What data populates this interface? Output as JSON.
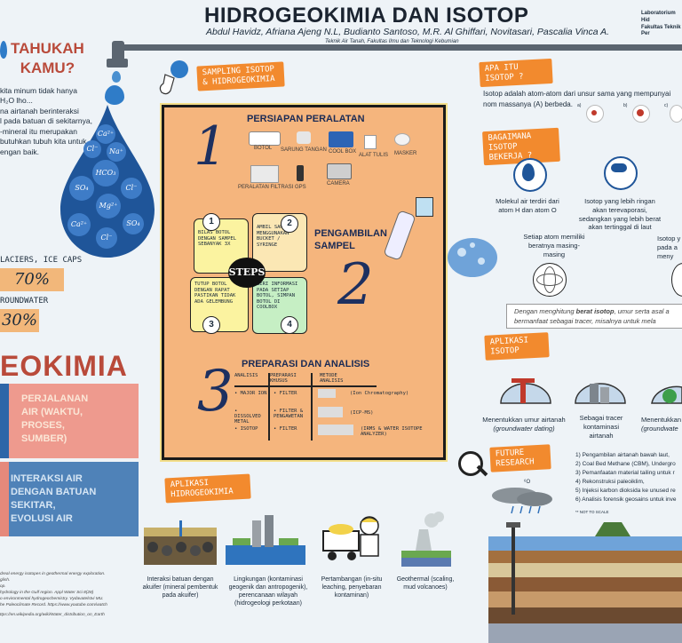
{
  "header": {
    "title": "HIDROGEOKIMIA DAN ISOTOP",
    "authors": "Abdul Havidz, Afriana Ajeng N.L, Budianto Santoso, M.R. Al Ghiffari, Novitasari, Pascalia Vinca A.",
    "affiliation": "Teknik Air Tanah, Fakultas Ilmu dan Teknologi Kebumian",
    "lab_line1": "Laboratorium Hid",
    "lab_line2": "Fakultas Teknik Per"
  },
  "left": {
    "tahukah_line1": "TAHUKAH",
    "tahukah_line2": "KAMU?",
    "fact_lines": [
      "kita minum tidak hanya",
      "H₂O lho...",
      "na airtanah berinteraksi",
      "l pada batuan di sekitarnya,",
      "-mineral itu merupakan",
      "butuhkan tubuh kita untuk",
      "engan baik."
    ],
    "ions": [
      "Ca²⁺",
      "Na⁺",
      "Cl⁻",
      "HCO₃",
      "SO₄",
      "Cl⁻",
      "Mg²⁺",
      "Ca²⁺",
      "Cl⁻",
      "SO₄"
    ],
    "glaciers_label": "LACIERS, ICE CAPS",
    "glaciers_pct": "70%",
    "groundwater_label": "ROUNDWATER",
    "groundwater_pct": "30%",
    "geokimia_title": "EOKIMIA",
    "box1": [
      "PERJALANAN",
      "AIR (WAKTU,",
      "PROSES,",
      "SUMBER)"
    ],
    "box2": [
      "INTERAKSI AIR",
      "DENGAN BATUAN",
      "SEKITAR,",
      "EVOLUSI AIR"
    ],
    "refs": [
      "dreal energy isotopes in geothermal energy exploration.",
      "glish.",
      "op.",
      "hydrology in the Gulf region. Appl Water Sci 8(28)",
      "o environmental hydrogeochemistry. Vydavatelstvi MU.",
      "he Paleoclimate Record. https://www.youtube.com/watch",
      "ttps://en.wikipedia.org/wiki/Water_distribution_on_Earth"
    ]
  },
  "center": {
    "sampling_tag": "SAMPLING ISOTOP & HIDROGEOKIMIA",
    "step1_number": "1",
    "step1_title": "PERSIAPAN PERALATAN",
    "tools": [
      {
        "name": "BOTOL",
        "icon": "bottle-icon"
      },
      {
        "name": "SARUNG TANGAN",
        "icon": "gloves-icon"
      },
      {
        "name": "COOL BOX",
        "icon": "coolbox-icon"
      },
      {
        "name": "ALAT TULIS",
        "icon": "pencil-icon"
      },
      {
        "name": "MASKER",
        "icon": "mask-icon"
      },
      {
        "name": "PERALATAN FILTRASI",
        "icon": "filter-icon"
      },
      {
        "name": "GPS",
        "icon": "gps-icon"
      },
      {
        "name": "CAMERA",
        "icon": "camera-icon"
      }
    ],
    "step2_number": "2",
    "step2_title_line1": "PENGAMBILAN",
    "step2_title_line2": "SAMPEL",
    "steps_label": "STEPS",
    "notes": [
      {
        "num": "1",
        "text": "BILAS BOTOL DENGAN SAMPEL SEBANYAK 3X"
      },
      {
        "num": "2",
        "text": "AMBIL SAMPEL MENGGUNAKAN BUCKET / SYRINGE"
      },
      {
        "num": "3",
        "text": "TUTUP BOTOL DENGAN RAPAT PASTIKAN TIDAK ADA GELEMBUNG"
      },
      {
        "num": "4",
        "text": "BERI INFORMASI PADA SETIAP BOTOL, SIMPAN BOTOL DI COOLBOX"
      }
    ],
    "step3_number": "3",
    "step3_title": "PREPARASI DAN ANALISIS",
    "table_headers": [
      "ANALISIS",
      "PREPARASI KHUSUS",
      "METODE ANALISIS"
    ],
    "table_rows": [
      {
        "analisis": "• MAJOR ION",
        "prep": "• FILTER",
        "method": "(Ion Chromatography)"
      },
      {
        "analisis": "• DISSOLVED METAL",
        "prep": "• FILTER & PENGAWETAN",
        "method": "(ICP-MS)"
      },
      {
        "analisis": "• ISOTOP",
        "prep": "• FILTER",
        "method": "(IRMS & WATER ISOTOPE ANALYZER)"
      }
    ],
    "hidro_tag": "APLIKASI HIDROGEOKIMIA",
    "apps": [
      {
        "text": "Interaksi batuan dengan akuifer (mineral pembentuk pada akuifer)"
      },
      {
        "text": "Lingkungan (kontaminasi geogenik dan antropogenik), perencanaan wilayah (hidrogeologi perkotaan)"
      },
      {
        "text": "Pertambangan (in-situ leaching, penyebaran kontaminan)"
      },
      {
        "text": "Geothermal (scaling, mud volcanoes)"
      }
    ]
  },
  "right": {
    "apa_tag": "APA ITU ISOTOP ?",
    "apa_text": "Isotop adalah atom-atom dari unsur sama yang mempunyai nom massanya (A) berbeda.",
    "atom_labels": [
      "a)",
      "b)",
      "c)"
    ],
    "bagaimana_tag": "BAGAIMANA ISOTOP BEKERJA ?",
    "molekul_text": "Molekul air terdiri dari atom H dan atom O",
    "ringan_text": "Isotop yang lebih ringan akan terevaporasi, sedangkan yang lebih berat akan tertinggal di laut",
    "setiap_text": "Setiap atom memiliki beratnya masing-masing",
    "isotop_side_text": "Isotop y pada a meny",
    "summary_prefix": "Dengan menghitung ",
    "summary_bold": "berat isotop",
    "summary_suffix": ", umur serta asal a bermanfaat sebagai tracer, misalnya untuk mela",
    "aplikasi_tag": "APLIKASI ISOTOP",
    "iso_apps": [
      {
        "title": "Menentukkan umur airtanah",
        "sub": "(groundwater dating)"
      },
      {
        "title": "Sebagai tracer kontaminasi airtanah",
        "sub": ""
      },
      {
        "title": "Menentukkan",
        "sub": "(groundwate"
      }
    ],
    "future_tag": "FUTURE RESEARCH",
    "future_list": [
      "1) Pengambilan airtanah bawah laut,",
      "2) Coal Bed Methane (CBM), Undergro",
      "3) Pemanfaatan material tailing untuk r",
      "4) Rekonstruksi paleoiklim,",
      "5) Injeksi karbon dioksida ke unused re",
      "6) Analisis forensik geosains untuk inve"
    ],
    "not_to_scale": "** NOT TO SCALE",
    "o_label": "⁶O"
  }
}
